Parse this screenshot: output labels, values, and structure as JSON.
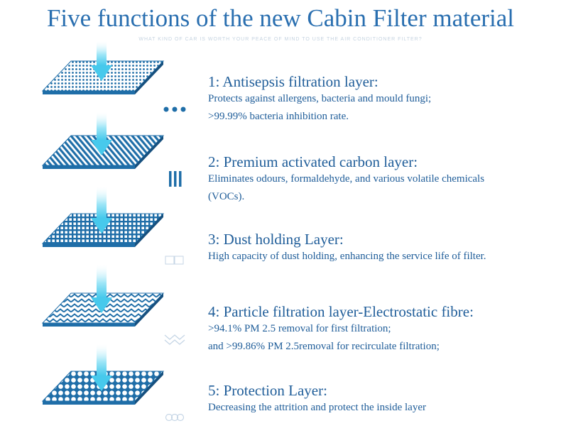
{
  "title": "Five functions of the new Cabin Filter material",
  "subtitle": "WHAT KIND OF CAR IS WORTH YOUR PEACE OF MIND TO USE THE AIR CONDITIONER FILTER?",
  "colors": {
    "title": "#2a6fb0",
    "text": "#1f5d99",
    "layer": "#1f6ea8",
    "arrow": "#5fd3f0"
  },
  "layers": [
    {
      "heading": "1: Antisepsis filtration layer:",
      "lines": [
        "Protects against allergens, bacteria and mould fungi;",
        ">99.99% bacteria inhibition rate."
      ],
      "pattern": "dots",
      "icon": "dots-icon"
    },
    {
      "heading": "2: Premium activated carbon layer:",
      "lines": [
        "Eliminates odours, formaldehyde, and various volatile chemicals",
        " (VOCs)."
      ],
      "pattern": "diagonal-lines",
      "icon": "vertical-bars-icon"
    },
    {
      "heading": "3: Dust holding Layer:",
      "lines": [
        "High capacity of dust holding, enhancing the service life of filter."
      ],
      "pattern": "grid",
      "icon": "squares-icon"
    },
    {
      "heading": "4: Particle filtration layer-Electrostatic fibre:",
      "lines": [
        ">94.1% PM 2.5 removal for first filtration;",
        "and >99.86% PM 2.5removal for recirculate filtration;"
      ],
      "pattern": "zigzag",
      "icon": "zigzag-icon"
    },
    {
      "heading": "5: Protection Layer:",
      "lines": [
        "Decreasing the attrition and protect the inside layer"
      ],
      "pattern": "circles",
      "icon": "circles-icon"
    }
  ]
}
